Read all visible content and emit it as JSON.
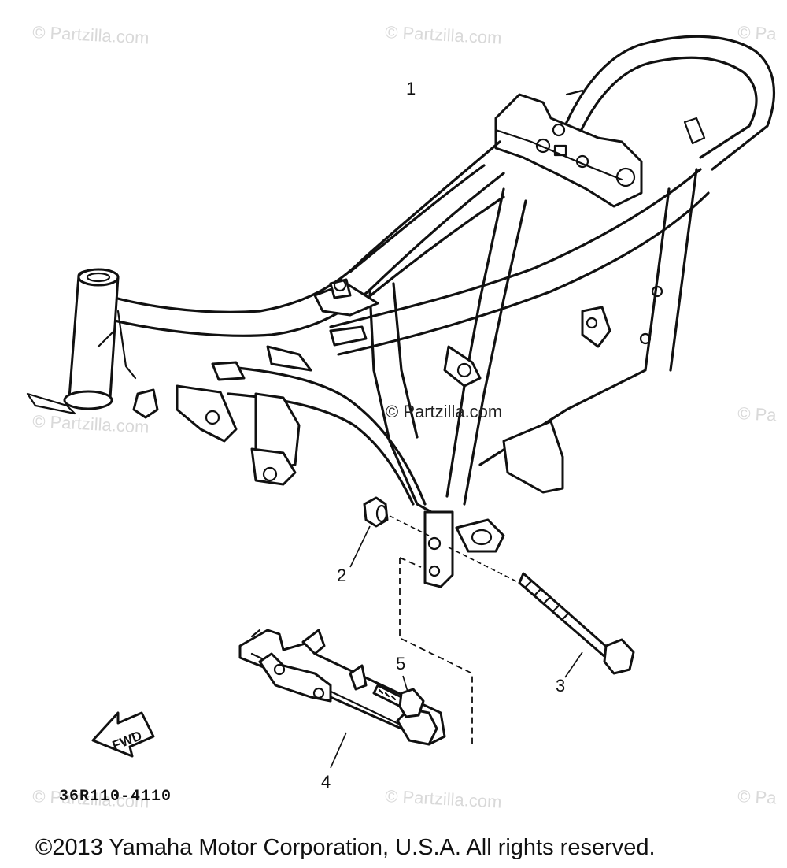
{
  "watermarks": {
    "text": "© Partzilla.com",
    "edge_text": "© Pa"
  },
  "callouts": {
    "c1": "1",
    "c2": "2",
    "c3": "3",
    "c4": "4",
    "c5": "5"
  },
  "fwd_label": "FWD",
  "part_code": "36R110-4110",
  "copyright": "©2013 Yamaha Motor Corporation, U.S.A. All rights reserved.",
  "colors": {
    "line": "#111111",
    "watermark": "#d9d9d9",
    "background": "#ffffff"
  }
}
